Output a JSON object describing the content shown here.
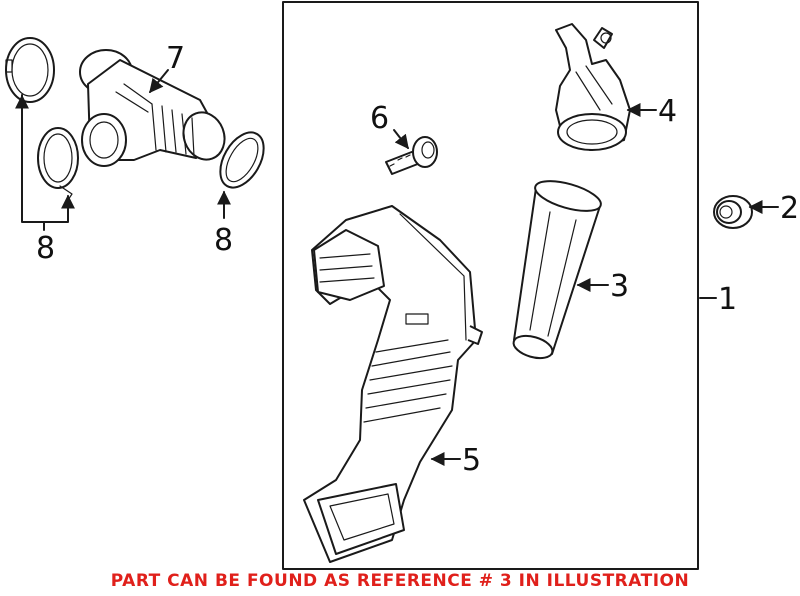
{
  "callouts": {
    "c1": "1",
    "c2": "2",
    "c3": "3",
    "c4": "4",
    "c5": "5",
    "c6": "6",
    "c7": "7",
    "c8a": "8",
    "c8b": "8"
  },
  "notice": {
    "text": "PART CAN BE FOUND AS REFERENCE # 3 IN ILLUSTRATION",
    "color": "#e0201b"
  },
  "icons": {
    "frame": "assembly-box",
    "arrow": "leader-arrow"
  }
}
